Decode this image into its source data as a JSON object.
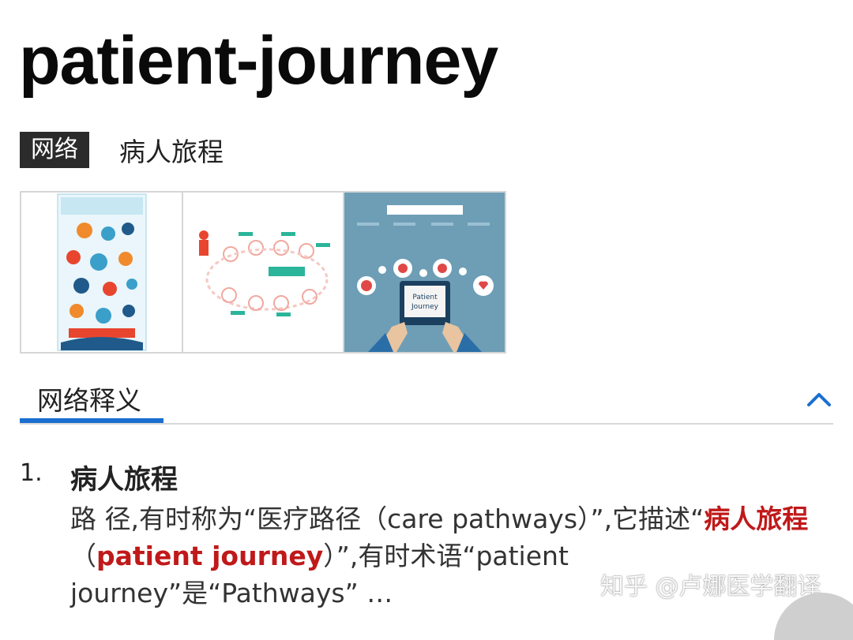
{
  "headword": "patient-journey",
  "tag": {
    "label": "网络",
    "meaning": "病人旅程"
  },
  "images": {
    "third_caption": "Patient Journey"
  },
  "section": {
    "title": "网络释义"
  },
  "definition": {
    "number": "1.",
    "term": "病人旅程",
    "body_part1": "路 径,有时称为“医疗路径（care pathways）”,它描述“",
    "highlight_cn": "病人旅程",
    "body_part2": "（",
    "highlight_en": "patient journey",
    "body_part3": "）”,有时术语“patient journey”是“Pathways” …"
  },
  "watermark": "知乎 @卢娜医学翻译",
  "colors": {
    "accent": "#1a6fd0",
    "highlight": "#c0191a",
    "tag_bg": "#2b2b2b"
  }
}
